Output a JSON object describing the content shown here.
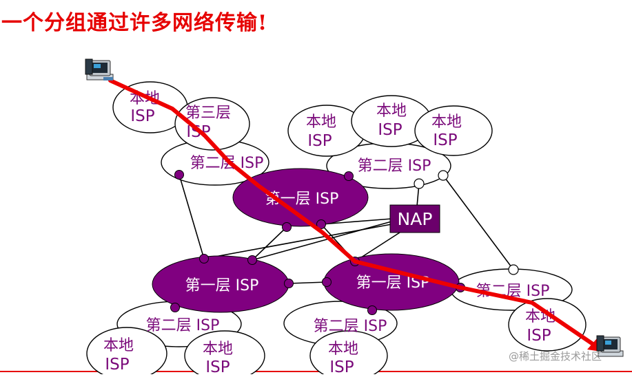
{
  "title": "一个分组通过许多网络传输!",
  "watermark": "@稀土掘金技术社区",
  "nap_label": "NAP",
  "colors": {
    "title": "#e60000",
    "tier1_fill": "#800080",
    "text_purple": "#7a0a7a",
    "path_red": "#ee0000",
    "line": "#000000",
    "nap_bg": "#6b006b"
  },
  "labels": {
    "local_cn": "本地",
    "isp": "ISP",
    "tier3_cn": "第三层",
    "tier2": "第二层 ISP",
    "tier1": "第一层 ISP"
  },
  "icons": [
    "computer-icon-source",
    "computer-icon-destination"
  ]
}
